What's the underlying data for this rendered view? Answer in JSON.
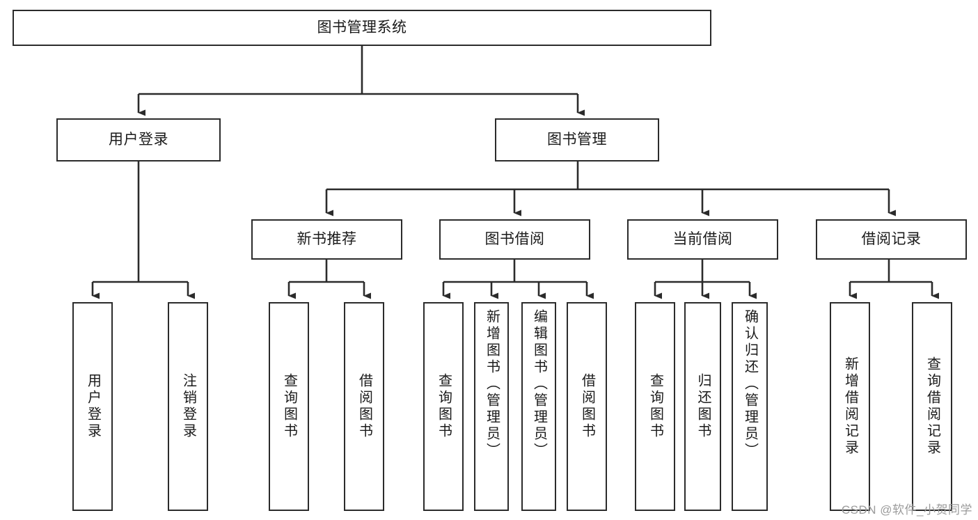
{
  "diagram": {
    "title": "图书管理系统",
    "type": "tree",
    "watermark": "CSDN @软件_小贺同学",
    "colors": {
      "stroke": "#2b2b2b",
      "fill": "#ffffff",
      "text": "#1a1a1a",
      "watermark": "#9b9b9b"
    },
    "nodes": {
      "root": "图书管理系统",
      "l2": [
        "用户登录",
        "图书管理"
      ],
      "l3": [
        "新书推荐",
        "图书借阅",
        "当前借阅",
        "借阅记录"
      ],
      "leaves": {
        "user_login": [
          "用户登录",
          "注销登录"
        ],
        "new_book_recommend": [
          "查询图书",
          "借阅图书"
        ],
        "book_borrow": [
          "查询图书",
          "新增图书（管理员）",
          "编辑图书（管理员）",
          "借阅图书"
        ],
        "current_borrow": [
          "查询图书",
          "归还图书",
          "确认归还（管理员）"
        ],
        "borrow_records": [
          "新增借阅记录",
          "查询借阅记录"
        ]
      }
    }
  }
}
